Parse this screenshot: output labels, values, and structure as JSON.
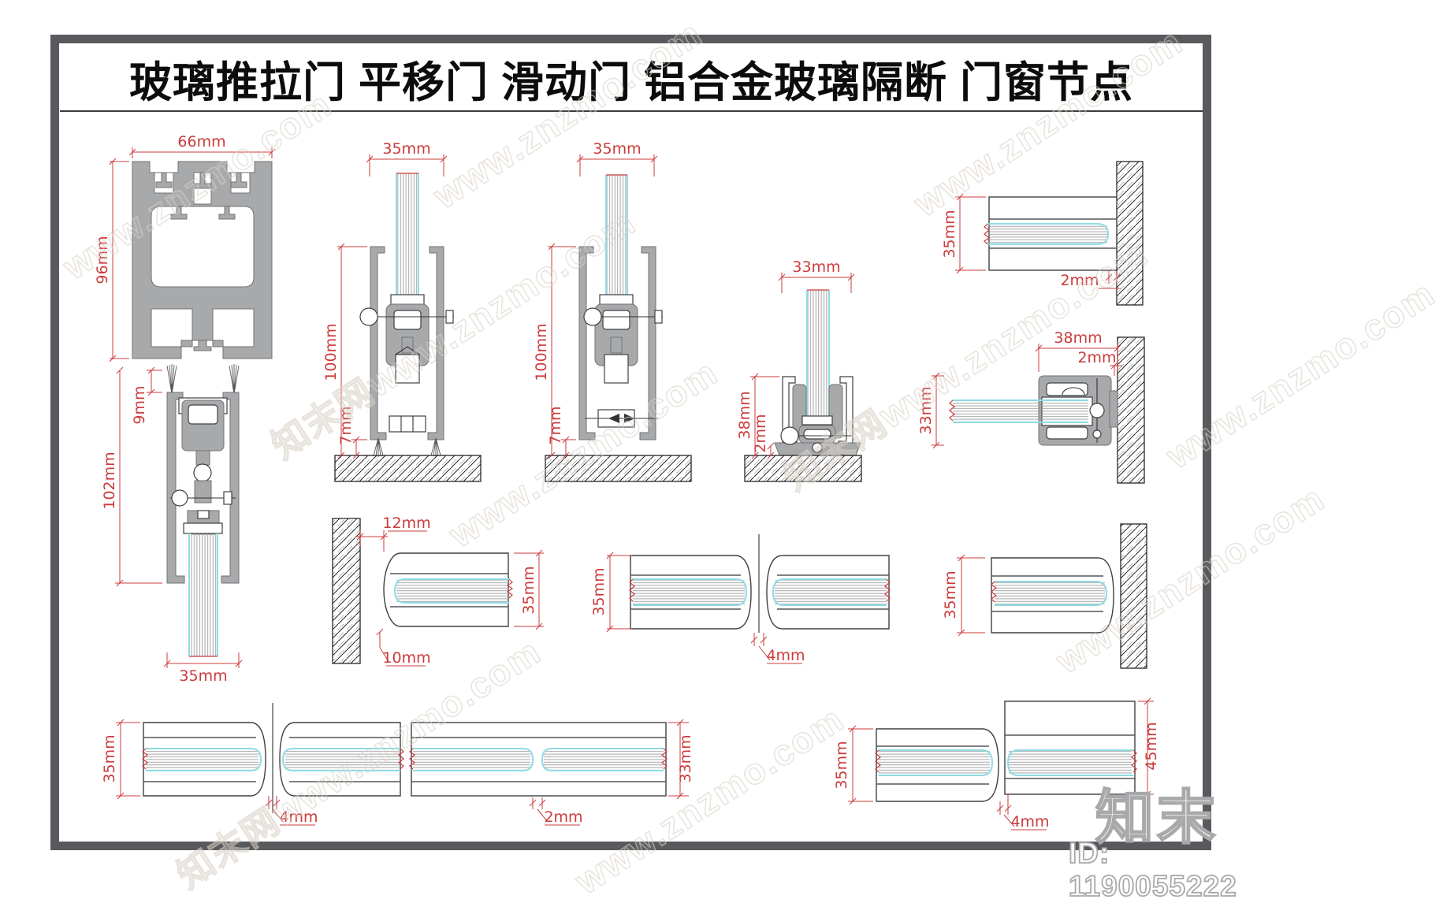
{
  "page": {
    "title": "玻璃推拉门 平移门 滑动门 铝合金玻璃隔断 门窗节点"
  },
  "branding": {
    "logo": "知末",
    "id_text": "ID: 1190055222",
    "watermark_long": "知末网www.znzmo.com",
    "watermark_short": "www.znzmo.com"
  },
  "colors": {
    "dimension": "#cc3b3b",
    "aluminum": "#a8a9ab",
    "glass_edge": "#8fdbe4",
    "frame": "#595a5d"
  },
  "dims": {
    "top_track_width": "66mm",
    "top_track_height": "96mm",
    "door_top_gap": "9mm",
    "door_height": "102mm",
    "door_glass_width": "35mm",
    "floor_door1_width": "35mm",
    "floor_door1_height": "100mm",
    "floor_door1_clearance": "7mm",
    "floor_door2_width": "35mm",
    "floor_door2_height": "100mm",
    "floor_door2_clearance": "7mm",
    "fixed_glass_width": "33mm",
    "fixed_base_height": "38mm",
    "fixed_base_gap": "2mm",
    "wall_jamb_height": "35mm",
    "wall_jamb_gap": "2mm",
    "wall_clamp_depth": "38mm",
    "wall_clamp_gap": "2mm",
    "wall_clamp_height": "33mm",
    "jamb_gap_top": "12mm",
    "jamb_gap_bottom": "10mm",
    "jamb_profile_height": "35mm",
    "butt_joint_height": "35mm",
    "butt_joint_gap": "4mm",
    "wall_end_height": "35mm",
    "strip_height": "35mm",
    "strip_gap": "4mm",
    "strip_right_height": "33mm",
    "strip_glass_gap": "2mm",
    "corner_left_height": "35mm",
    "corner_gap": "4mm",
    "corner_right_height": "45mm"
  }
}
